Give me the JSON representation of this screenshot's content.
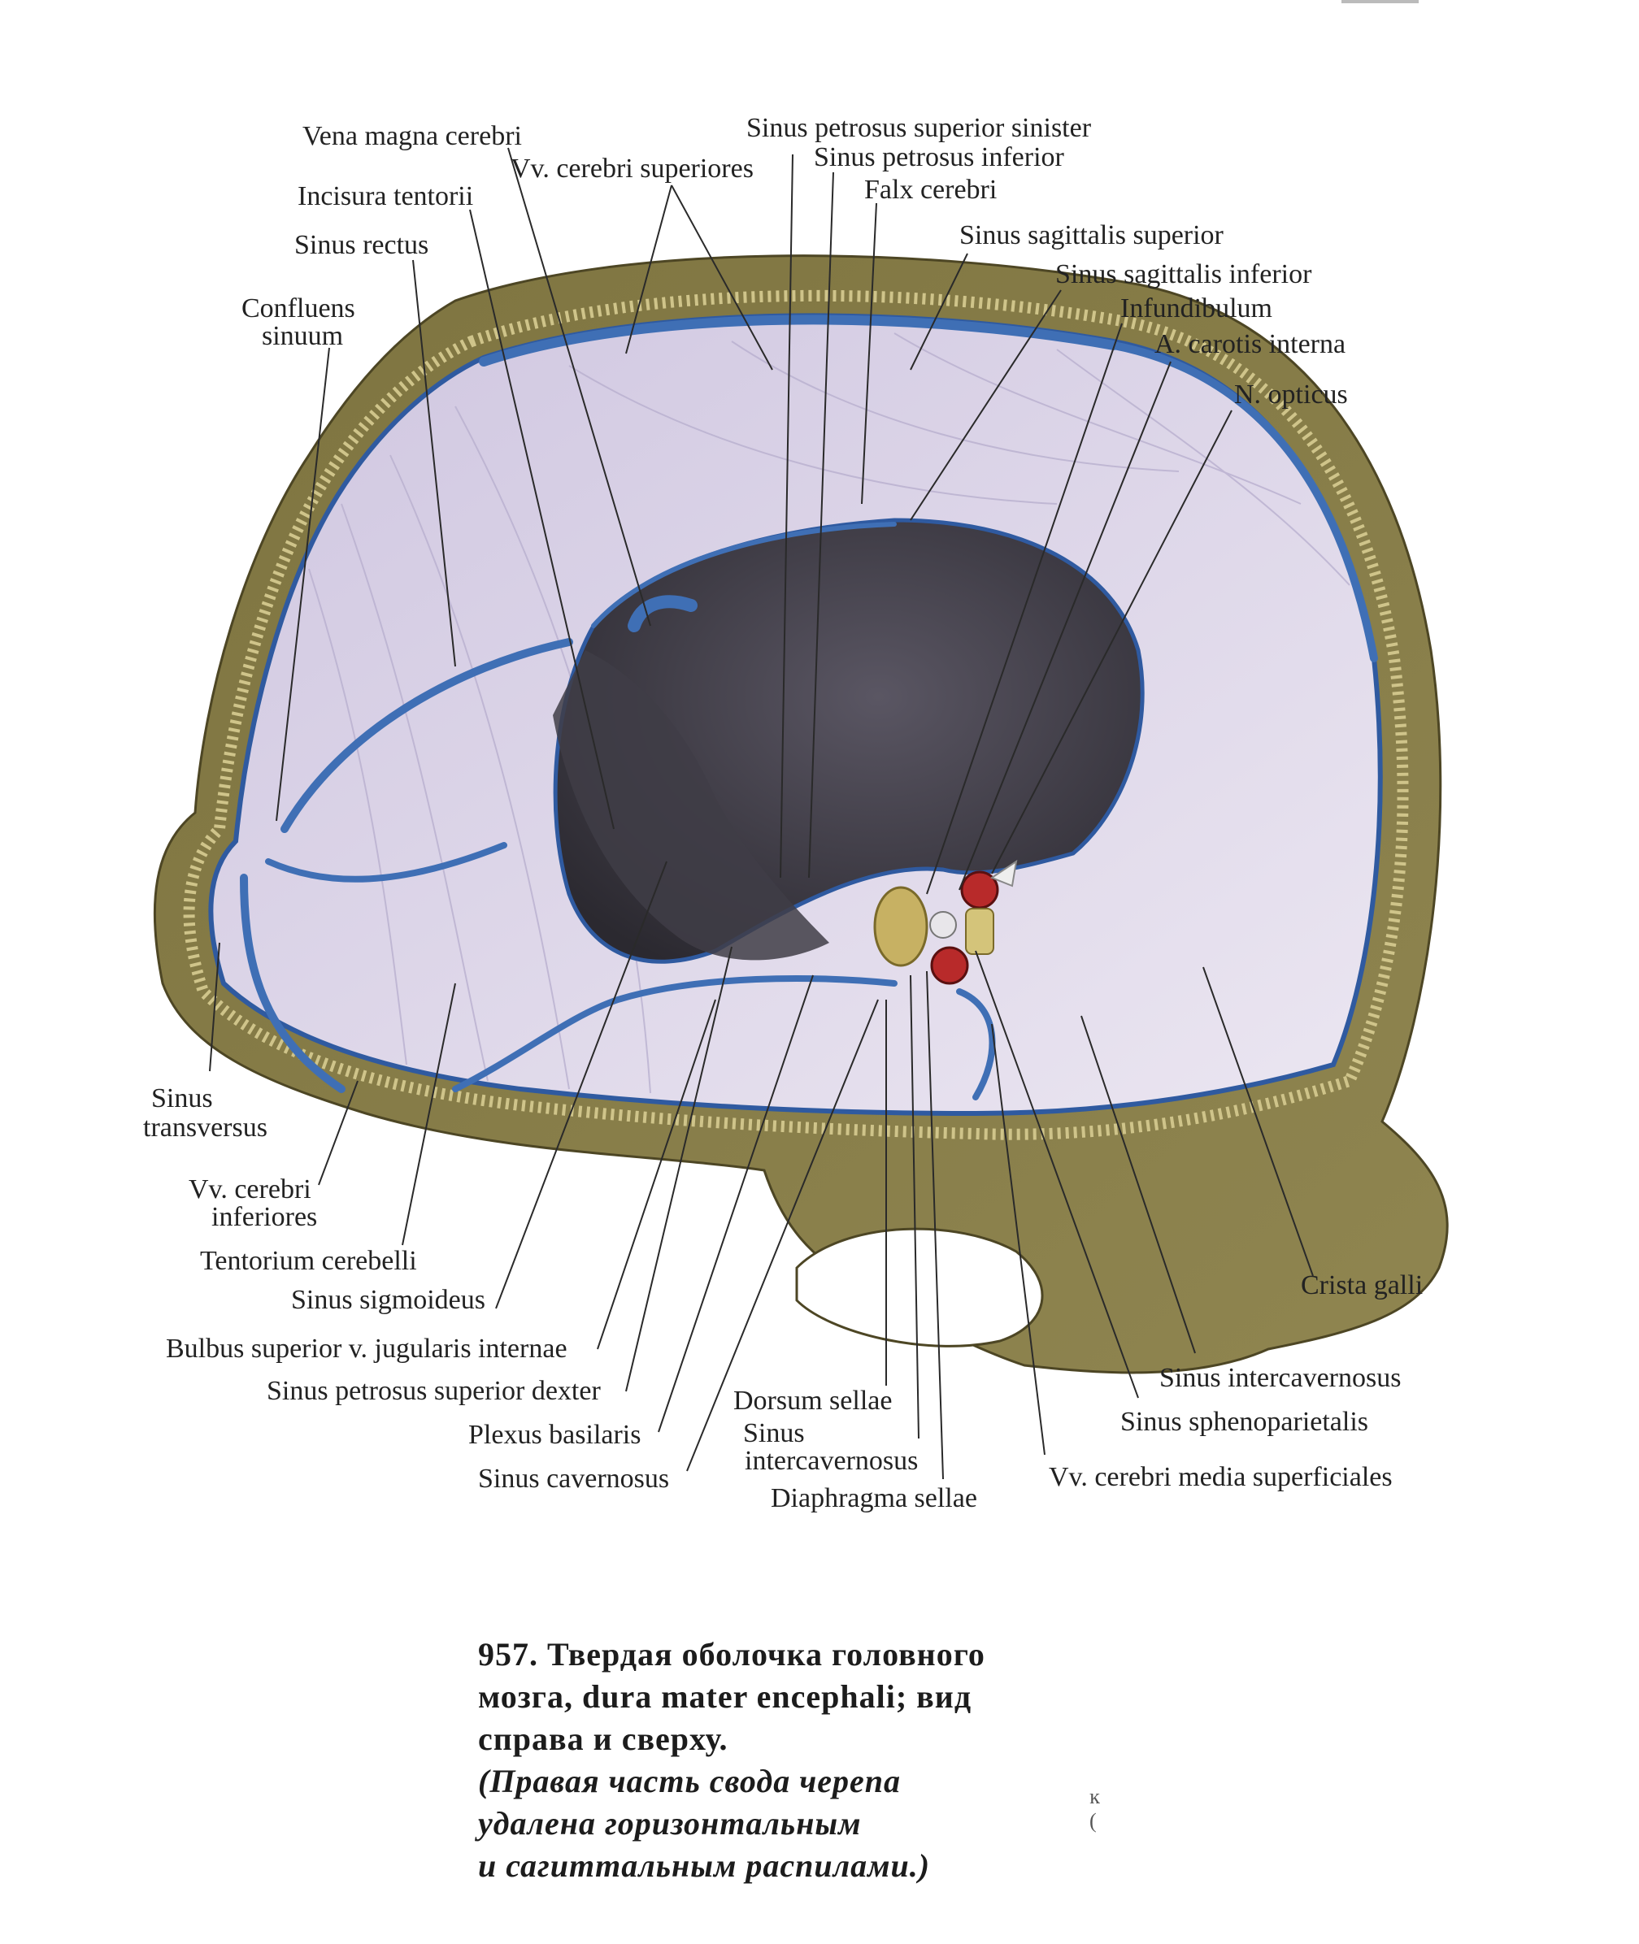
{
  "labels": {
    "vena_magna_cerebri": "Vena magna cerebri",
    "vv_cerebri_superiores": "Vv. cerebri superiores",
    "incisura_tentorii": "Incisura tentorii",
    "sinus_rectus": "Sinus rectus",
    "confluens_1": "Confluens",
    "confluens_2": "sinuum",
    "sinus_petrosus_superior_sinister": "Sinus petrosus superior sinister",
    "sinus_petrosus_inferior": "Sinus petrosus inferior",
    "falx_cerebri": "Falx cerebri",
    "sinus_sagittalis_superior": "Sinus sagittalis superior",
    "sinus_sagittalis_inferior": "Sinus sagittalis inferior",
    "infundibulum": "Infundibulum",
    "a_carotis_interna": "A. carotis interna",
    "n_opticus": "N. opticus",
    "sinus_transversus_1": "Sinus",
    "sinus_transversus_2": "transversus",
    "vv_cerebri_inferiores_1": "Vv. cerebri",
    "vv_cerebri_inferiores_2": "inferiores",
    "tentorium_cerebelli": "Tentorium cerebelli",
    "sinus_sigmoideus": "Sinus sigmoideus",
    "bulbus_superior": "Bulbus superior v. jugularis internae",
    "sinus_petrosus_superior_dexter": "Sinus petrosus superior dexter",
    "plexus_basilaris": "Plexus basilaris",
    "sinus_cavernosus": "Sinus cavernosus",
    "dorsum_sellae": "Dorsum sellae",
    "sinus_intercavernosus_mid_1": "Sinus",
    "sinus_intercavernosus_mid_2": "intercavernosus",
    "diaphragma_sellae": "Diaphragma sellae",
    "crista_galli": "Crista galli",
    "sinus_intercavernosus_right": "Sinus intercavernosus",
    "sinus_sphenoparietalis": "Sinus sphenoparietalis",
    "vv_cerebri_media_superficiales": "Vv. cerebri media superficiales"
  },
  "caption": {
    "line1": "957. Твердая оболочка головного",
    "line2": "мозга, dura mater encephali; вид",
    "line3": "справа и сверху.",
    "line4": "(Правая часть свода черепа",
    "line5": "удалена горизонтальным",
    "line6": "и сагиттальным распилами.)"
  },
  "corner_mark": {
    "line1": "ĸ",
    "line2": "("
  },
  "colors": {
    "bone": "#8a7f47",
    "bone_dark": "#6f6436",
    "dura": "#d9d2e6",
    "dura_light": "#ece8f2",
    "sinus_blue": "#3f6fb5",
    "cavity": "#3c3a42",
    "diploe": "#c9bf86"
  }
}
